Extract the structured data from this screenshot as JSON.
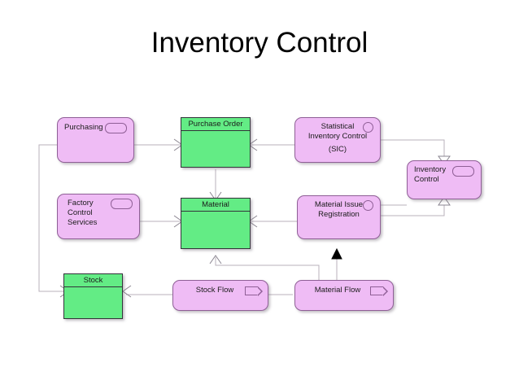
{
  "slide": {
    "title": "Inventory Control",
    "background_color": "#ffffff"
  },
  "palette": {
    "pink_fill": "#efbcf5",
    "pink_border": "#8f5f96",
    "green_fill": "#63ec85",
    "green_border": "#33343a",
    "connector": "#b9b2bb",
    "text": "#1b1b1b"
  },
  "nodes": [
    {
      "id": "purchasing",
      "label": "Purchasing",
      "shape": "rounded-rect",
      "style": "pink",
      "icon": "oval-icon"
    },
    {
      "id": "purchase-order",
      "label": "Purchase Order",
      "shape": "class-rect",
      "style": "green",
      "icon": "none"
    },
    {
      "id": "statistical-inventory-control",
      "label": "Statistical\nInventory Control",
      "label2": "(SIC)",
      "shape": "rounded-rect",
      "style": "pink",
      "icon": "circle-icon"
    },
    {
      "id": "inventory-control",
      "label": "Inventory\nControl",
      "shape": "rounded-rect",
      "style": "pink",
      "icon": "oval-icon"
    },
    {
      "id": "factory-control-services",
      "label": "Factory\nControl\nServices",
      "shape": "rounded-rect",
      "style": "pink",
      "icon": "oval-icon"
    },
    {
      "id": "material",
      "label": "Material",
      "shape": "class-rect",
      "style": "green",
      "icon": "none"
    },
    {
      "id": "material-issue-registration",
      "label": "Material Issue\nRegistration",
      "shape": "rounded-rect",
      "style": "pink",
      "icon": "circle-icon"
    },
    {
      "id": "stock",
      "label": "Stock",
      "shape": "class-rect",
      "style": "green",
      "icon": "none"
    },
    {
      "id": "stock-flow",
      "label": "Stock Flow",
      "shape": "rounded-rect",
      "style": "pink",
      "icon": "flag-icon"
    },
    {
      "id": "material-flow",
      "label": "Material Flow",
      "shape": "rounded-rect",
      "style": "pink",
      "icon": "flag-icon"
    }
  ]
}
